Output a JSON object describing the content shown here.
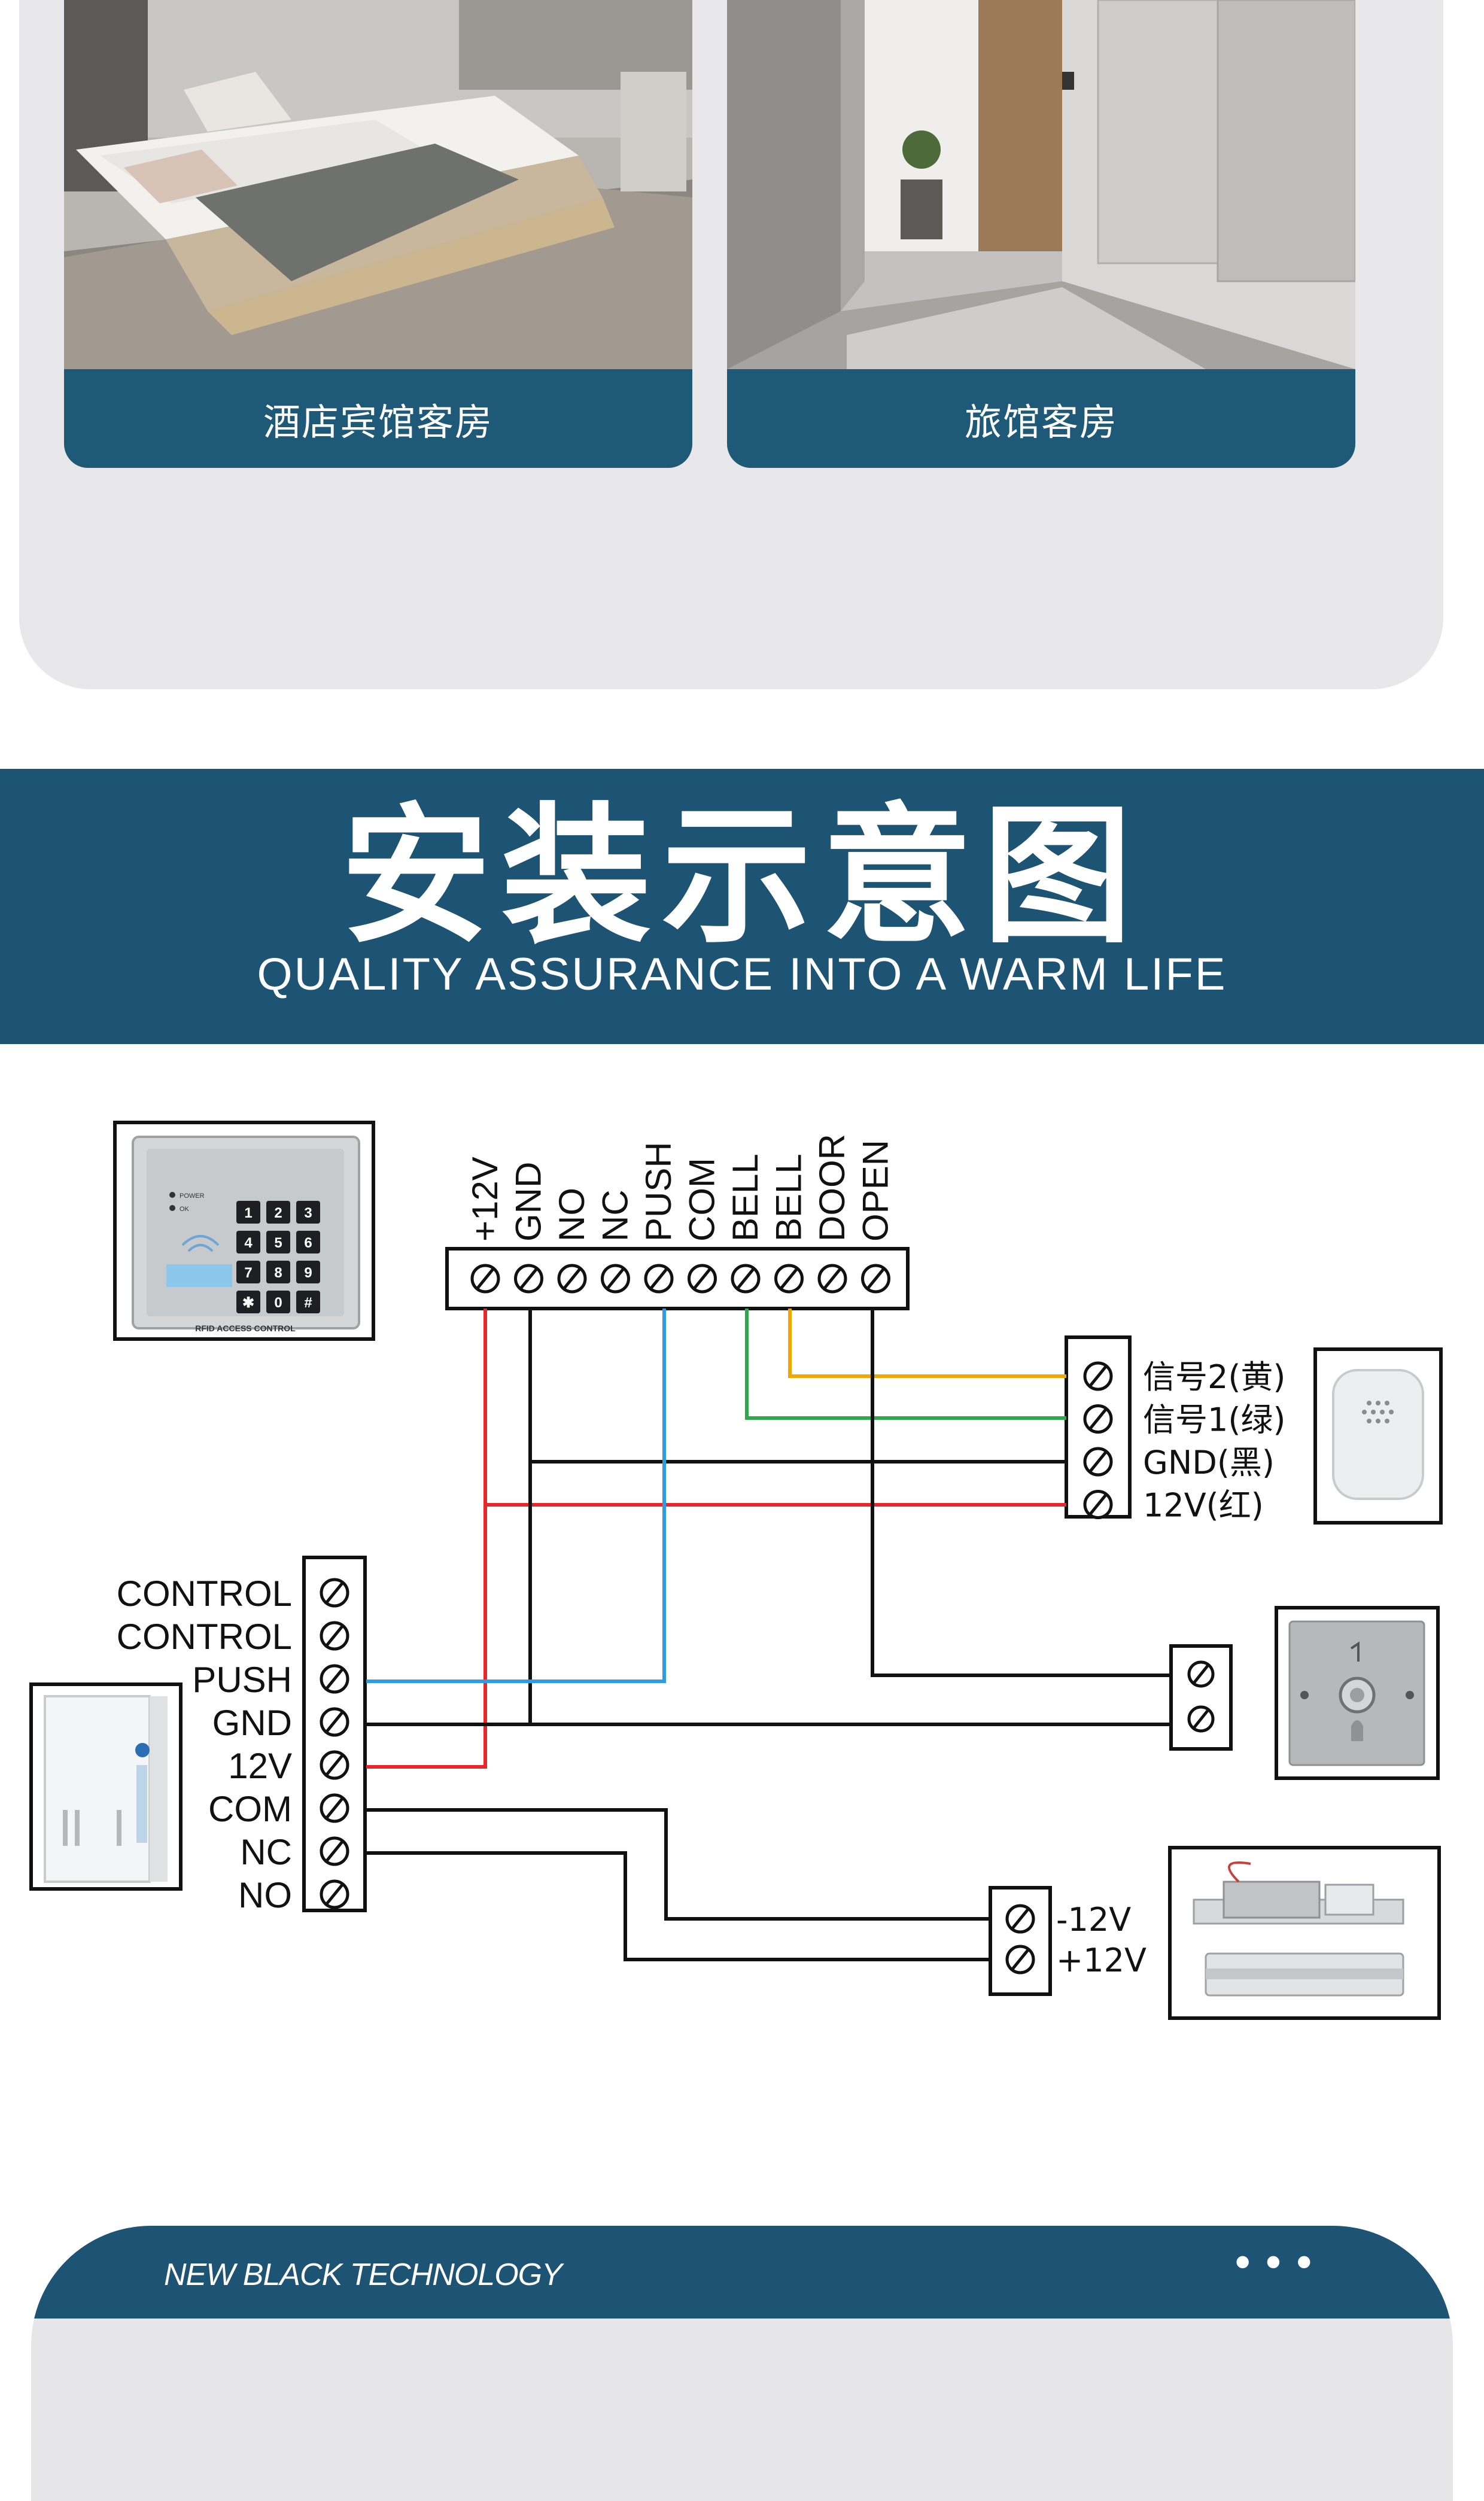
{
  "scenes": [
    {
      "caption": "酒店宾馆客房",
      "icon": "hotel-room-photo"
    },
    {
      "caption": "旅馆客房",
      "icon": "hallway-photo"
    }
  ],
  "banner": {
    "title": "安装示意图",
    "subtitle": "QUALITY  ASSURANCE INTO A WARM LIFE"
  },
  "diagram": {
    "top_terminals": [
      "+12V",
      "GND",
      "NO",
      "NC",
      "PUSH",
      "COM",
      "BELL",
      "BELL",
      "DOOR",
      "OPEN"
    ],
    "doorbell_terminals": [
      "信号2(黄)",
      "信号1(绿)",
      "GND(黑)",
      "12V(红)"
    ],
    "power_terminals": [
      "CONTROL",
      "CONTROL",
      "PUSH",
      "GND",
      "12V",
      "COM",
      "NC",
      "NO"
    ],
    "lock_terminals": [
      "-12V",
      "+12V"
    ],
    "keypad": {
      "label": "RFID ACCESS CONTROL",
      "keys": [
        "1",
        "2",
        "3",
        "4",
        "5",
        "6",
        "7",
        "8",
        "9",
        "✱",
        "0",
        "#"
      ],
      "leds": [
        "POWER",
        "OK"
      ]
    },
    "wire_colors": {
      "red": "#e8262b",
      "black": "#111111",
      "blue": "#2f9be0",
      "green": "#2fa84a",
      "yellow": "#f0a800"
    }
  },
  "bottom": {
    "title": "NEW BLACK TECHNOLOGY",
    "dots": "•••"
  },
  "colors": {
    "brand": "#1e5473",
    "panel": "#e8e8ea"
  }
}
